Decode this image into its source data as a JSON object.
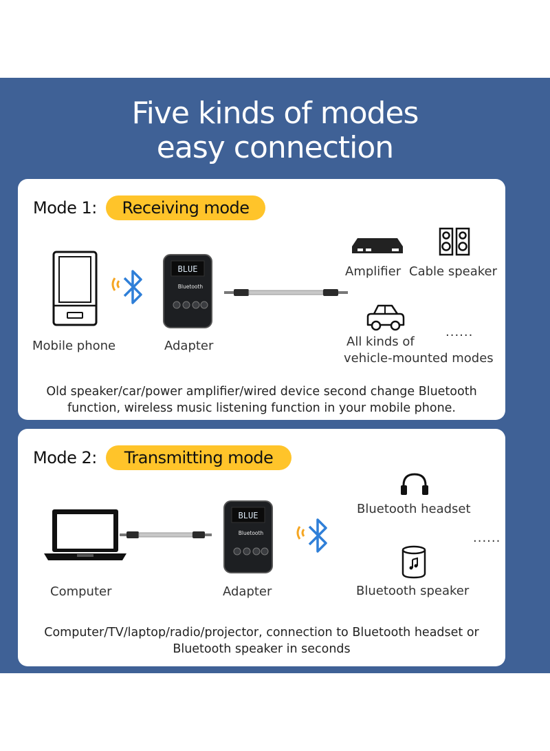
{
  "headline": {
    "line1": "Five kinds of modes",
    "line2": "easy connection"
  },
  "mode1": {
    "label": "Mode 1:",
    "name": "Receiving mode",
    "source_caption": "Mobile phone",
    "adapter_caption": "Adapter",
    "adapter_brand": "Bluetooth",
    "adapter_screen": "BLUE",
    "targets": [
      "Amplifier",
      "Cable speaker"
    ],
    "vehicle_caption_1": "All kinds of",
    "vehicle_caption_2": "vehicle-mounted modes",
    "more": "......",
    "description_1": "Old speaker/car/power amplifier/wired device second change Bluetooth",
    "description_2": "function, wireless music listening function in your mobile phone."
  },
  "mode2": {
    "label": "Mode 2:",
    "name": "Transmitting mode",
    "source_caption": "Computer",
    "adapter_caption": "Adapter",
    "adapter_brand": "Bluetooth",
    "adapter_screen": "BLUE",
    "headset_caption": "Bluetooth headset",
    "speaker_caption": "Bluetooth speaker",
    "more": "......",
    "description_1": "Computer/TV/laptop/radio/projector, connection to Bluetooth headset or",
    "description_2": "Bluetooth speaker in seconds"
  },
  "colors": {
    "banner": "#3f6196",
    "pill": "#ffc42a",
    "bluetooth": "#2f7fd8",
    "signal": "#f5a623"
  }
}
